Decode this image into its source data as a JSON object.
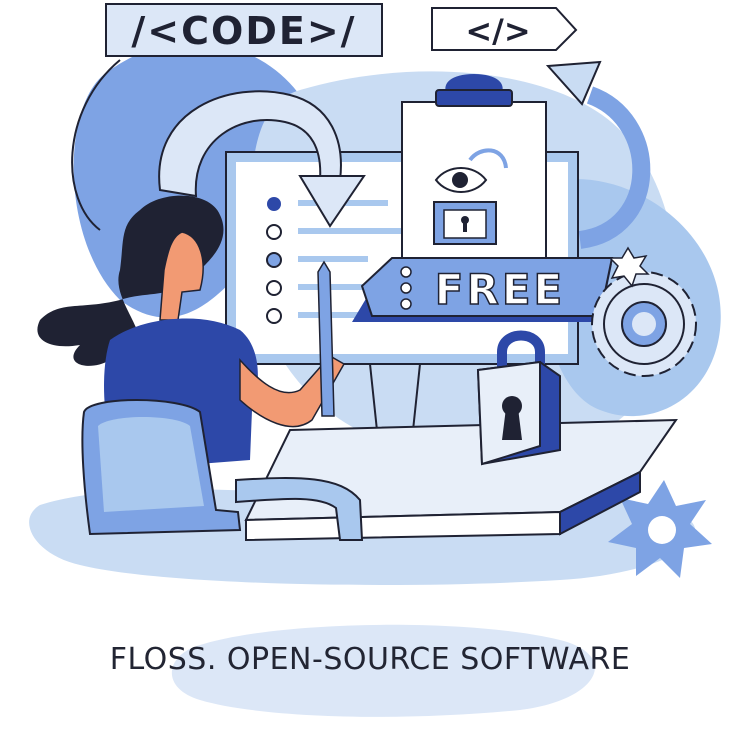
{
  "illustration": {
    "code_tag_text": "/<CODE>/",
    "html_tag_text": "</>",
    "free_banner_text": "FREE",
    "caption": "FLOSS. OPEN-SOURCE SOFTWARE"
  },
  "colors": {
    "outline": "#1f2233",
    "pale_blue": "#c9dcf3",
    "light_blue": "#a9c8ee",
    "mid_blue": "#7ea3e4",
    "royal_blue": "#2d48a8",
    "skin": "#f29a73",
    "hair": "#1f2233",
    "panel": "#e8eff9"
  }
}
